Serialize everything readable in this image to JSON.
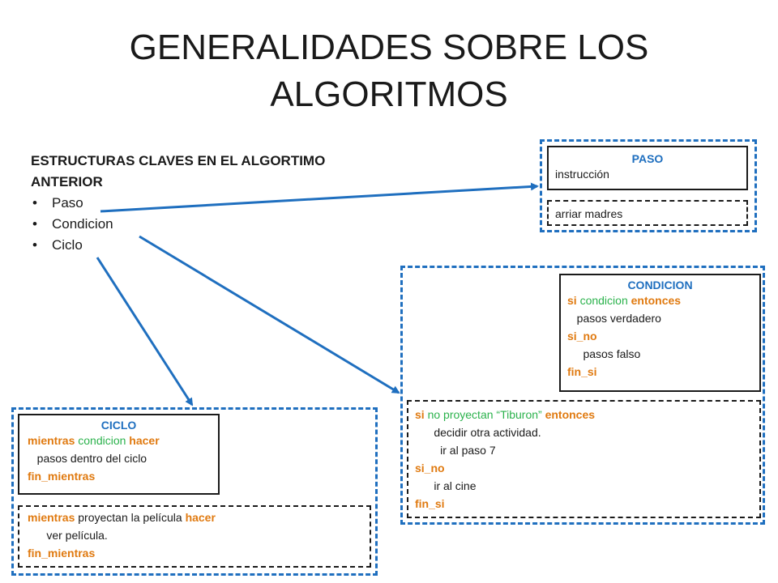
{
  "title": {
    "line1": "GENERALIDADES SOBRE LOS",
    "line2": "ALGORITMOS"
  },
  "structures": {
    "heading_line1": "ESTRUCTURAS CLAVES EN EL ALGORTIMO",
    "heading_line2": "ANTERIOR",
    "items": [
      "Paso",
      "Condicion",
      "Ciclo"
    ]
  },
  "paso": {
    "title": "PASO",
    "definition": "instrucción",
    "example": "arriar madres"
  },
  "condicion": {
    "title": "CONDICION",
    "def": {
      "kw_si": "si",
      "cond": "condicion",
      "kw_entonces": "entonces",
      "verdadero": "pasos verdadero",
      "kw_si_no": "si_no",
      "falso": "pasos falso",
      "kw_fin_si": "fin_si"
    },
    "example": {
      "kw_si": "si",
      "cond": "no proyectan “Tiburon”",
      "kw_entonces": "entonces",
      "line2": "decidir otra actividad.",
      "line3": "ir al paso 7",
      "kw_si_no": "si_no",
      "line5": "ir al cine",
      "kw_fin_si": "fin_si"
    }
  },
  "ciclo": {
    "title": "CICLO",
    "def": {
      "kw_mientras": "mientras",
      "cond": "condicion",
      "kw_hacer": "hacer",
      "body": "pasos dentro del ciclo",
      "kw_fin": "fin_mientras"
    },
    "example": {
      "kw_mientras": "mientras",
      "cond": "proyectan la película",
      "kw_hacer": "hacer",
      "body": "ver película.",
      "kw_fin": "fin_mientras"
    }
  },
  "colors": {
    "blue": "#1f6fbf",
    "orange": "#e07a10",
    "green": "#2bb24c"
  }
}
